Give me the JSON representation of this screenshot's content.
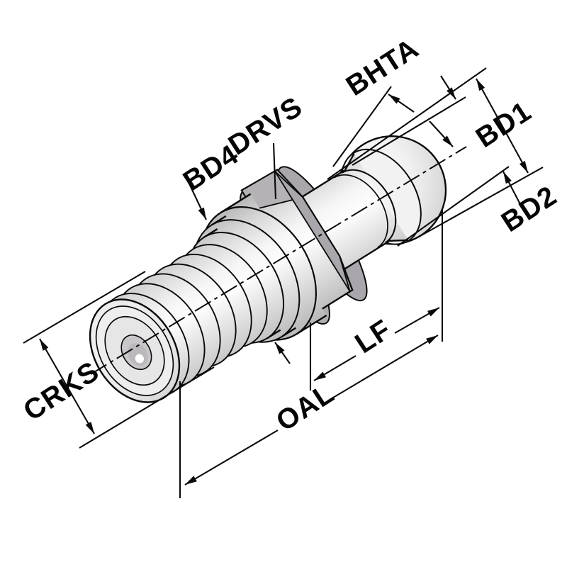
{
  "diagram": {
    "type": "technical-dimension-drawing",
    "subject": "pull-stud-retention-knob",
    "background_color": "#ffffff",
    "line_color": "#0a0a0a",
    "labels": {
      "bhta": "BHTA",
      "drvs": "DRVS",
      "bd4": "BD4",
      "bd1": "BD1",
      "bd2": "BD2",
      "crks": "CRKS",
      "lf": "LF",
      "oal": "OAL"
    },
    "colors": {
      "hex_top_face": "#b4b2b5",
      "hex_side_face": "#a9a7ab",
      "hex_left_face": "#b0aeb1",
      "recess_cone": "#c9c7ca",
      "recess_shadow": "#bbb9bc",
      "metal_highlight": "#fdfdfd",
      "metal_shadow": "#adadad"
    }
  }
}
